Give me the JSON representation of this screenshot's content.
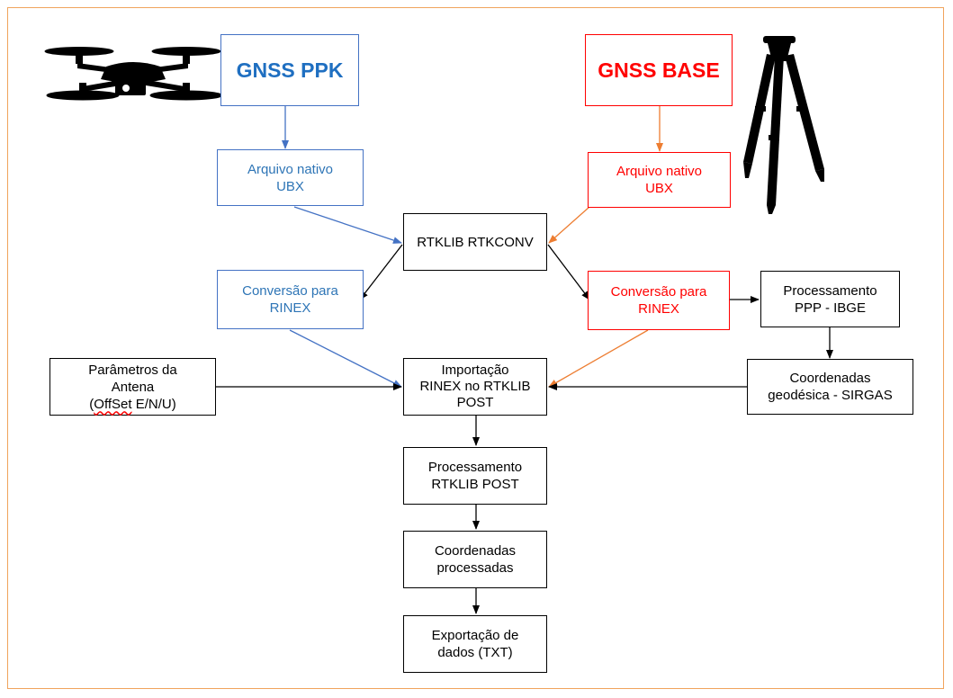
{
  "diagram": {
    "nodes": {
      "gnss_ppk": "GNSS PPK",
      "gnss_base": "GNSS BASE",
      "ppk_file": {
        "line1": "Arquivo nativo",
        "line2": "UBX"
      },
      "base_file": {
        "line1": "Arquivo nativo",
        "line2": "UBX"
      },
      "rtkconv": "RTKLIB RTKCONV",
      "ppk_conv": {
        "line1": "Conversão para",
        "line2": "RINEX"
      },
      "base_conv": {
        "line1": "Conversão para",
        "line2": "RINEX"
      },
      "ppp": {
        "line1": "Processamento",
        "line2": "PPP - IBGE"
      },
      "antenna": {
        "line1": "Parâmetros da",
        "line2": "Antena",
        "line3_pre": "(",
        "line3_word": "OffSet",
        "line3_post": " E/N/U)"
      },
      "import": {
        "line1": "Importação",
        "line2": "RINEX no RTKLIB",
        "line3": "POST"
      },
      "geodesic": {
        "line1": "Coordenadas",
        "line2": "geodésica  - SIRGAS"
      },
      "rtk_post": {
        "line1": "Processamento",
        "line2": "RTKLIB POST"
      },
      "coords": {
        "line1": "Coordenadas",
        "line2": "processadas"
      },
      "export": {
        "line1": "Exportação de",
        "line2": "dados (TXT)"
      }
    },
    "colors": {
      "frame": "#f0a45c",
      "blue_border": "#4472c4",
      "blue_text": "#2e75b6",
      "red": "#ff0000",
      "orange_arrow": "#ed7d31",
      "black": "#000000"
    },
    "icons": [
      "drone-icon",
      "tripod-icon"
    ]
  }
}
